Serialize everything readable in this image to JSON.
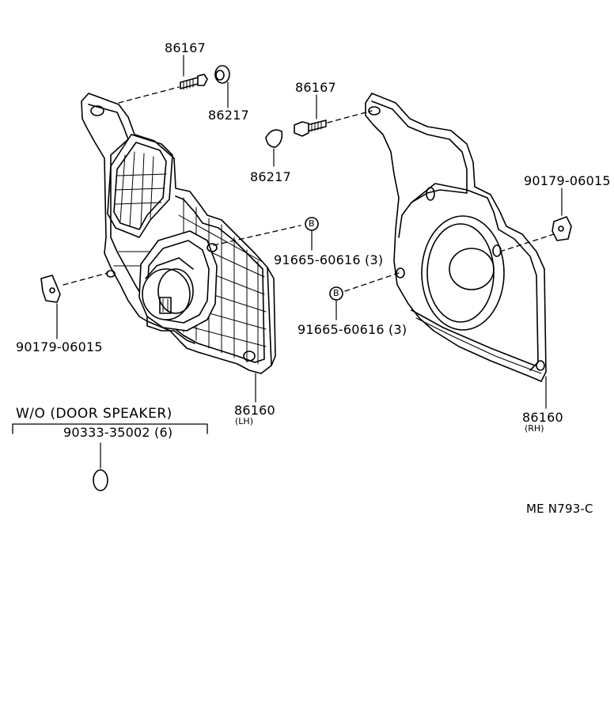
{
  "labels": {
    "p86167_left": "86167",
    "p86217_left": "86217",
    "p86167_right": "86167",
    "p86217_mid": "86217",
    "p90179_right": "90179-06015",
    "p90179_left": "90179-06015",
    "p91665_upper": "91665-60616 (3)",
    "p91665_lower": "91665-60616 (3)",
    "p86160_lh": "86160",
    "lh_sub": "(LH)",
    "p86160_rh": "86160",
    "rh_sub": "(RH)",
    "wo_title": "W/O (DOOR SPEAKER)",
    "p90333": "90333-35002 (6)",
    "b_mark": "B",
    "drawing_code": "ME N793-C"
  }
}
